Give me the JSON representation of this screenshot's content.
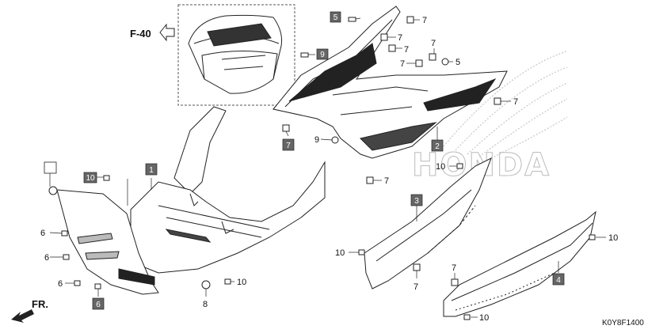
{
  "diagram": {
    "ref_text": "F-40",
    "watermark": "HONDA",
    "direction_text": "FR.",
    "drawing_code": "K0Y8F1400",
    "part_boxes": [
      {
        "id": "box-1",
        "text": "1"
      },
      {
        "id": "box-2",
        "text": "2"
      },
      {
        "id": "box-3",
        "text": "3"
      },
      {
        "id": "box-4",
        "text": "4"
      },
      {
        "id": "box-5",
        "text": "5"
      },
      {
        "id": "box-6",
        "text": "6"
      },
      {
        "id": "box-7",
        "text": "7"
      },
      {
        "id": "box-9",
        "text": "9"
      },
      {
        "id": "box-10",
        "text": "10"
      }
    ],
    "callouts": {
      "n5": "5",
      "n6": "6",
      "n7": "7",
      "n8": "8",
      "n9": "9",
      "n10": "10"
    }
  }
}
